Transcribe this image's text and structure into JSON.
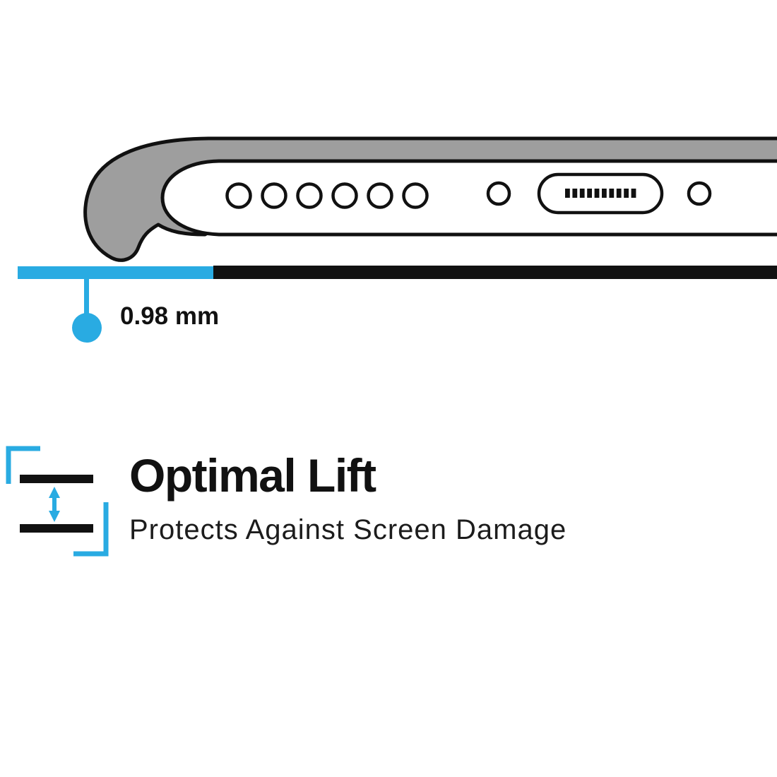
{
  "colors": {
    "accent": "#29abe2",
    "ink": "#111111",
    "case_gray": "#9e9e9e",
    "background": "#ffffff"
  },
  "diagram": {
    "name": "phone-bottom-edge-in-case-side-view",
    "speaker_hole_count": 6,
    "screw_hole_count": 2,
    "port": "charging-port",
    "measurement": {
      "label": "0.98 mm"
    }
  },
  "feature": {
    "title": "Optimal Lift",
    "subtitle": "Protects Against Screen Damage"
  }
}
